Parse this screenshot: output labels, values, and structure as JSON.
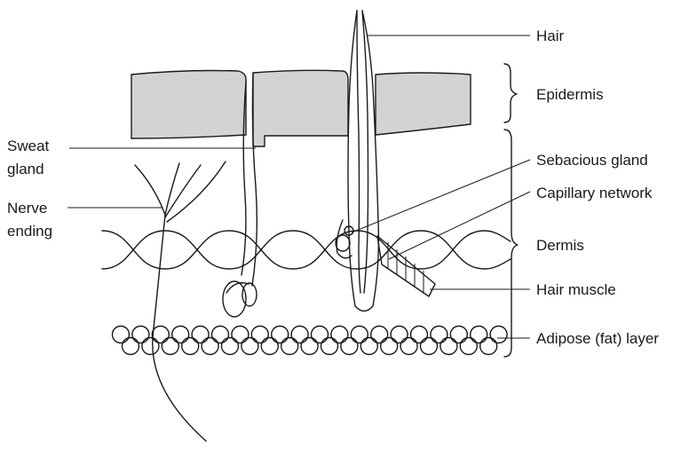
{
  "labels": {
    "hair": "Hair",
    "epidermis": "Epidermis",
    "sweat_gland_line1": "Sweat",
    "sweat_gland_line2": "gland",
    "nerve_ending_line1": "Nerve",
    "nerve_ending_line2": "ending",
    "sebacious_gland": "Sebacious gland",
    "capillary_network": "Capillary network",
    "dermis": "Dermis",
    "hair_muscle": "Hair muscle",
    "adipose_layer": "Adipose (fat) layer"
  },
  "colors": {
    "epidermis_fill": "#d3d3d3",
    "ink": "#1a1a1a",
    "background": "#ffffff"
  }
}
